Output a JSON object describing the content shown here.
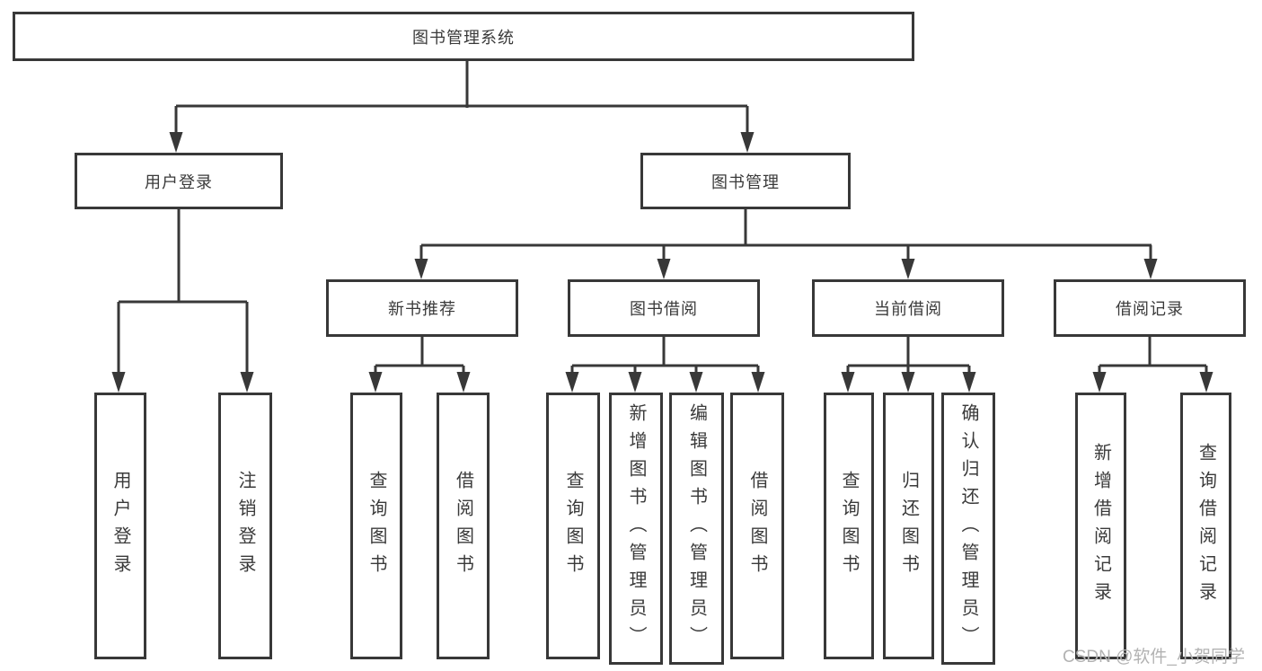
{
  "tree": {
    "root": {
      "label": "图书管理系统"
    },
    "branches": [
      {
        "label": "用户登录",
        "children": [
          {
            "label": "用户登录"
          },
          {
            "label": "注销登录"
          }
        ]
      },
      {
        "label": "图书管理",
        "children": [
          {
            "label": "新书推荐",
            "children": [
              {
                "label": "查询图书"
              },
              {
                "label": "借阅图书"
              }
            ]
          },
          {
            "label": "图书借阅",
            "children": [
              {
                "label": "查询图书"
              },
              {
                "label": "新增图书（管理员）"
              },
              {
                "label": "编辑图书（管理员）"
              },
              {
                "label": "借阅图书"
              }
            ]
          },
          {
            "label": "当前借阅",
            "children": [
              {
                "label": "查询图书"
              },
              {
                "label": "归还图书"
              },
              {
                "label": "确认归还（管理员）"
              }
            ]
          },
          {
            "label": "借阅记录",
            "children": [
              {
                "label": "新增借阅记录"
              },
              {
                "label": "查询借阅记录"
              }
            ]
          }
        ]
      }
    ]
  },
  "watermark": {
    "text": "CSDN @软件_小贺同学"
  },
  "colors": {
    "line": "#383838",
    "box_border": "#383838",
    "text": "#3a3a3a",
    "watermark": "#b2b2b2",
    "background": "#ffffff"
  }
}
